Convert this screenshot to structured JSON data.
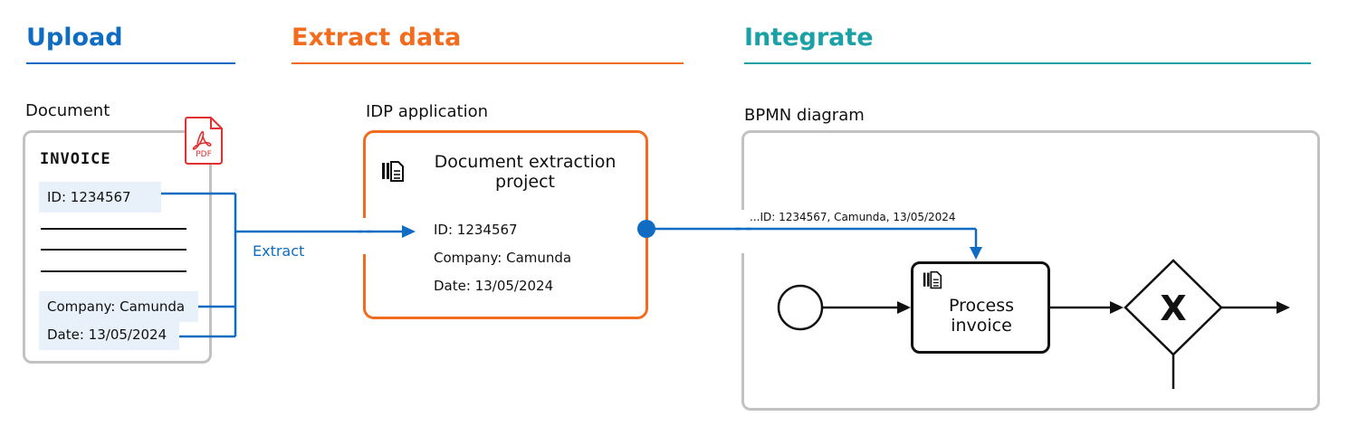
{
  "sections": {
    "upload": {
      "title": "Upload",
      "color": "#0f6cc2"
    },
    "extract": {
      "title": "Extract data",
      "color": "#f26c20"
    },
    "integrate": {
      "title": "Integrate",
      "color": "#1aa1a6"
    }
  },
  "document": {
    "label": "Document",
    "heading": "INVOICE",
    "pdf_badge": "PDF",
    "fields": {
      "id": "ID: 1234567",
      "company": "Company: Camunda",
      "date": "Date: 13/05/2024"
    }
  },
  "extract_label": "Extract",
  "idp": {
    "label": "IDP application",
    "title": "Document extraction project",
    "fields": {
      "id": "ID: 1234567",
      "company": "Company: Camunda",
      "date": "Date: 13/05/2024"
    }
  },
  "bpmn": {
    "label": "BPMN diagram",
    "payload": "...ID: 1234567, Camunda, 13/05/2024",
    "task_label": "Process invoice",
    "gateway_symbol": "X"
  },
  "colors": {
    "blue_connector": "#0f6cc2",
    "orange": "#f26c20",
    "gray_border": "#c2c2c2"
  },
  "icons": {
    "pdf": "pdf-file-icon",
    "document_stack": "document-stack-icon"
  }
}
